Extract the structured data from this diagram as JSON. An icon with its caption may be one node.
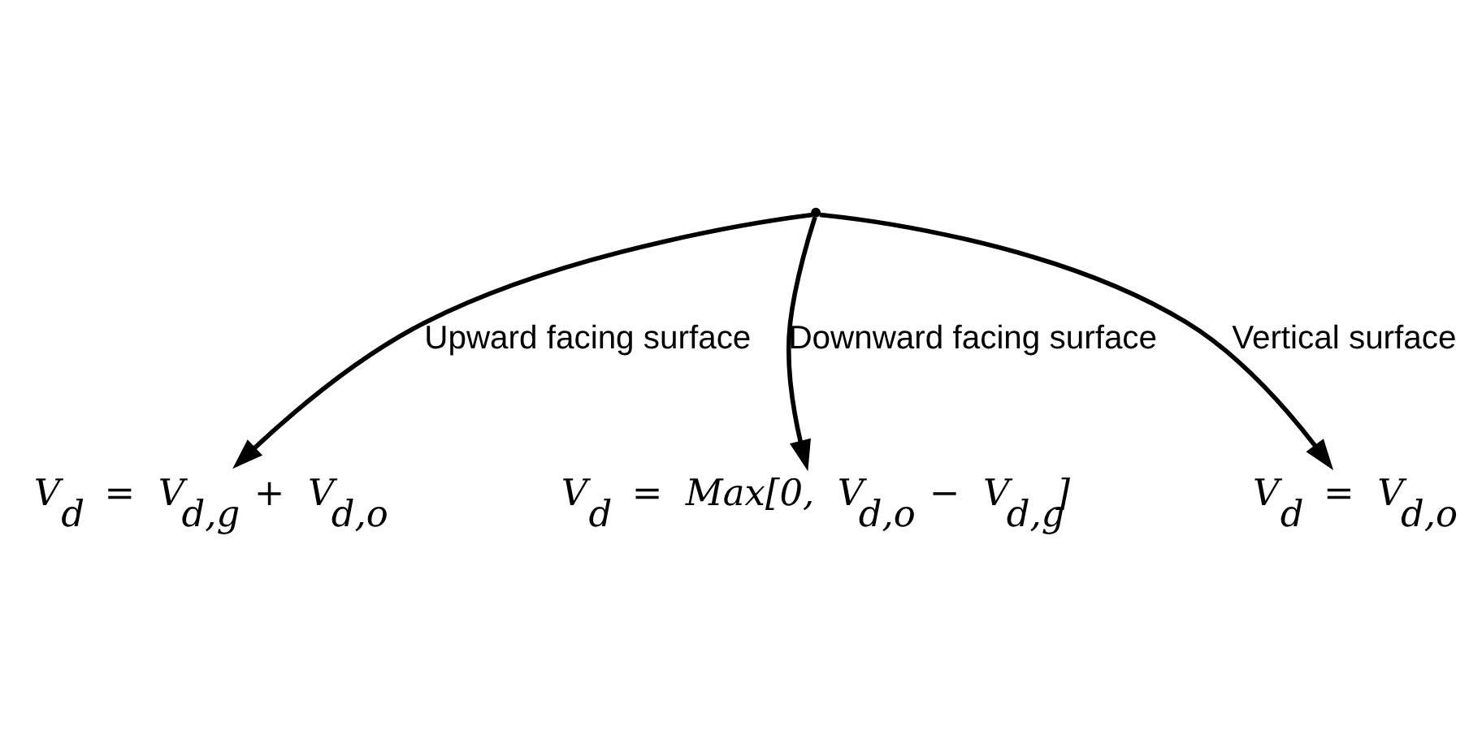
{
  "diagram": {
    "nodes": [
      {
        "text": [],
        "shape": "point"
      },
      {
        "text": [
          "*V*$_{d}$ = *V*$_{d,g}$ + *V*$_{d,o}$"
        ]
      },
      {
        "text": [
          "*V*$_{d}$ = *Max*[0, *V*$_{d,o}$ − *V*$_{d,g}$]"
        ]
      },
      {
        "text": [
          "*V*$_{d}$ = *V*$_{d,o}$"
        ]
      }
    ],
    "edges": [
      {
        "from": 0,
        "to": 1,
        "arrow": "to",
        "label": "Upward facing surface"
      },
      {
        "from": 0,
        "to": 2,
        "arrow": "to",
        "label": "Downward facing surface"
      },
      {
        "from": 0,
        "to": 3,
        "arrow": "to",
        "label": "Vertical surface"
      }
    ]
  }
}
